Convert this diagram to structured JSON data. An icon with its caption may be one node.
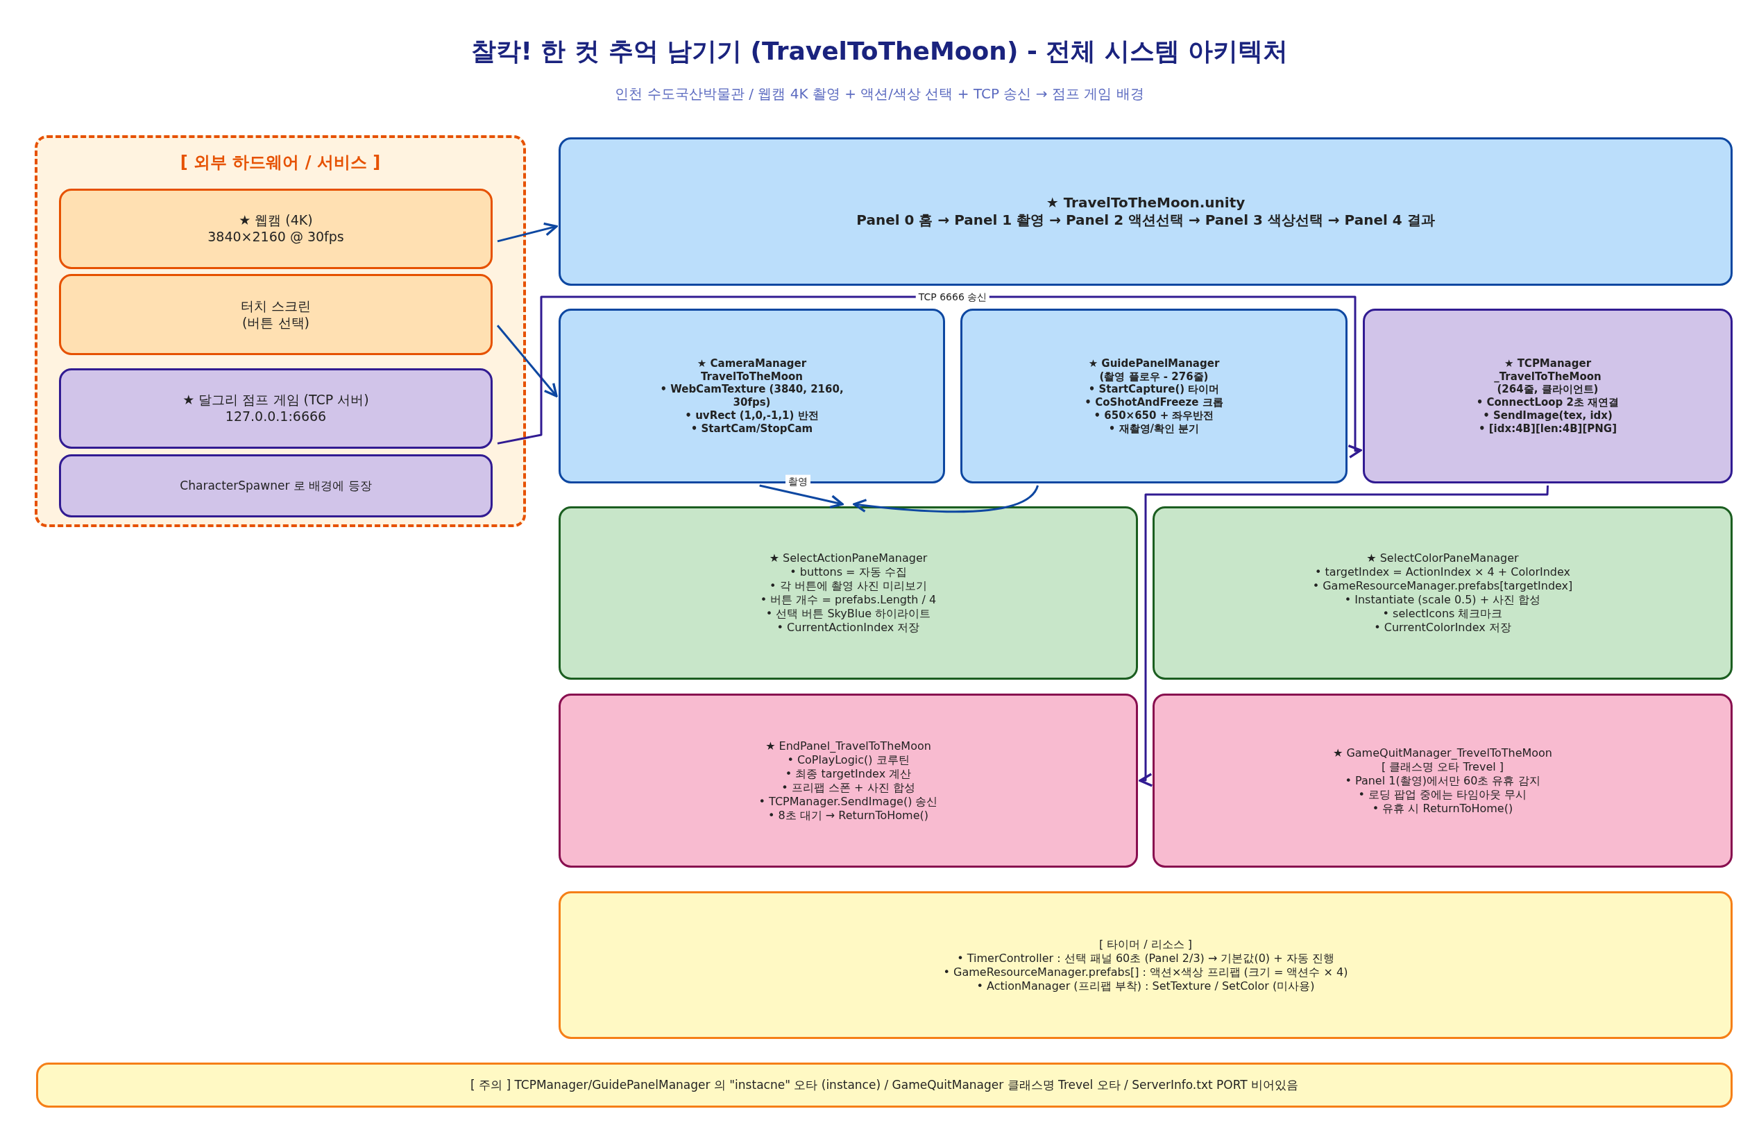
{
  "diagram": {
    "title": "찰칵! 한 컷 추억 남기기 (TravelToTheMoon) - 전체 시스템 아키텍처",
    "nodes": [
      {
        "text": [
          "[ 외부 하드웨어 / 서비스 ]"
        ]
      },
      {
        "text": [
          "★ 웹캠 (4K)",
          "3840×2160 @ 30fps"
        ],
        "in": 0
      },
      {
        "text": [
          "터치 스크린",
          "(버튼 선택)"
        ],
        "in": 0
      },
      {
        "text": [
          "★ 달그리 점프 게임 (TCP 서버)",
          "127.0.0.1:6666"
        ],
        "in": 0
      },
      {
        "text": [
          "CharacterSpawner 로 배경에 등장"
        ],
        "in": 0
      },
      {
        "text": [
          "★ TravelToTheMoon.unity",
          "Panel 0 홈 → Panel 1 촬영 → Panel 2 액션선택 → Panel 3 색상선택 → Panel 4 결과"
        ]
      },
      {
        "text": [
          "★ CameraManager TravelToTheMoon",
          "• WebCamTexture (3840, 2160, 30fps)",
          "• uvRect (1,0,-1,1) 반전",
          "• StartCam/StopCam"
        ]
      },
      {
        "text": [
          "★ GuidePanelManager",
          "(촬영 플로우 - 276줄)",
          "• StartCapture() 타이머",
          "• CoShotAndFreeze 크롭",
          "• 650×650 + 좌우반전",
          "• 재촬영/확인 분기"
        ]
      },
      {
        "text": [
          "★ TCPManager _TravelToTheMoon",
          "(264줄, 클라이언트)",
          "• ConnectLoop 2초 재연결",
          "• SendImage(tex, idx)",
          "• [idx:4B][len:4B][PNG]"
        ]
      },
      {
        "text": [
          "★ SelectActionPaneManager",
          "• buttons = 자동 수집",
          "• 각 버튼에 촬영 사진 미리보기",
          "• 버튼 개수 = prefabs.Length / 4",
          "• 선택 버튼 SkyBlue 하이라이트",
          "• CurrentActionIndex 저장"
        ]
      },
      {
        "text": [
          "★ SelectColorPaneManager",
          "• targetIndex = ActionIndex × 4 + ColorIndex",
          "• GameResourceManager.prefabs[targetIndex]",
          "• Instantiate (scale 0.5) + 사진 합성",
          "• selectIcons 체크마크",
          "• CurrentColorIndex 저장"
        ]
      },
      {
        "text": [
          "★ EndPanel_TravelToTheMoon",
          "• CoPlayLogic() 코루틴",
          "• 최종 targetIndex 계산",
          "• 프리팹 스폰 + 사진 합성",
          "• TCPManager.SendImage() 송신",
          "• 8초 대기 → ReturnToHome()"
        ]
      },
      {
        "text": [
          "★ GameQuitManager_TrevelToTheMoon",
          "[ 클래스명 오타 Trevel ]",
          "• Panel 1(촬영)에서만 60초 유휴 감지",
          "• 로딩 팝업 중에는 타임아웃 무시",
          "• 유휴 시 ReturnToHome()"
        ]
      },
      {
        "text": [
          "[ 타이머 / 리소스 ]",
          "• TimerController : 선택 패널 60초 (Panel 2/3) → 기본값(0) + 자동 진행",
          "• GameResourceManager.prefabs[] : 액션×색상 프리팹 (크기 = 액션수 × 4)",
          "• ActionManager (프리팹 부착) : SetTexture / SetColor (미사용)"
        ]
      },
      {
        "text": [
          "[ 주의 ] TCPManager/GuidePanelManager 의 \"instacne\" 오타 (instance) / GameQuitManager 클래스명 Trevel 오타 / ServerInfo.txt PORT 비어있음"
        ]
      }
    ],
    "edges": [
      {
        "from": 1,
        "to": 5,
        "arrow": "to"
      },
      {
        "from": 2,
        "to": 6,
        "arrow": "to"
      },
      {
        "from": 3,
        "to": 8,
        "arrow": "to",
        "label": "TCP 6666 송신",
        "color": "#311b92"
      },
      {
        "from": 6,
        "to": 9,
        "arrow": "to",
        "label": "촬영"
      },
      {
        "from": 7,
        "to": 9,
        "arrow": "to"
      },
      {
        "from": 8,
        "to": 11,
        "arrow": "to",
        "color": "#311b92"
      }
    ],
    "labels": [
      "인천 수도국산박물관 / 웹캠 4K 촬영 + 액션/색상 선택 + TCP 송신 → 점프 게임 배경"
    ]
  }
}
